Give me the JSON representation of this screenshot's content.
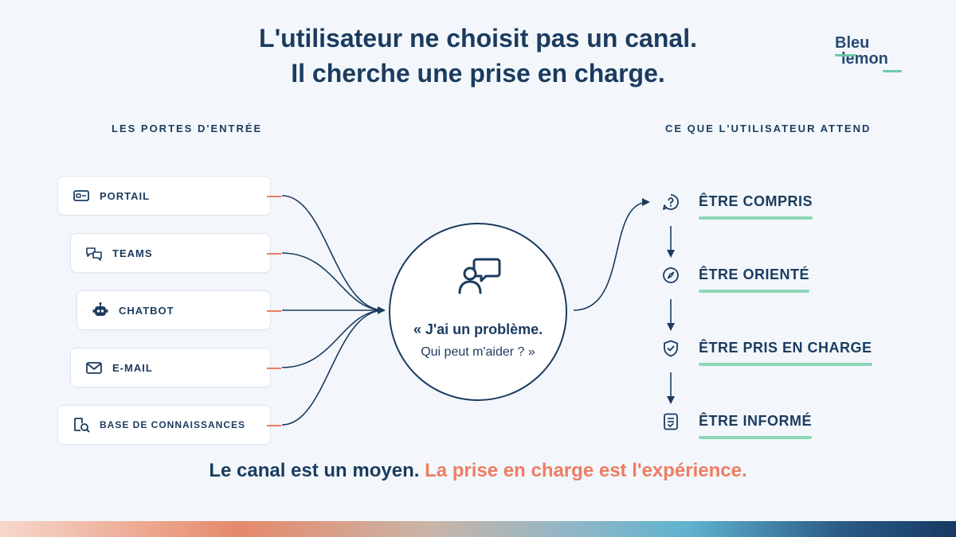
{
  "title": {
    "line1": "L'utilisateur ne choisit pas un canal.",
    "line2": "Il cherche une prise en charge."
  },
  "logo": {
    "line1": "Bleu",
    "line2": "lemon"
  },
  "left_section_label": "LES PORTES D'ENTRÉE",
  "right_section_label": "CE QUE L'UTILISATEUR ATTEND",
  "entries": [
    {
      "label": "PORTAIL",
      "icon": "portal-card-icon"
    },
    {
      "label": "TEAMS",
      "icon": "chat-bubbles-icon"
    },
    {
      "label": "CHATBOT",
      "icon": "robot-icon"
    },
    {
      "label": "E-MAIL",
      "icon": "envelope-icon"
    },
    {
      "label": "BASE DE CONNAISSANCES",
      "icon": "knowledge-search-icon"
    }
  ],
  "center": {
    "icon": "user-speech-icon",
    "quote_line1": "« J'ai un problème.",
    "quote_line2": "Qui peut m'aider ? »"
  },
  "expectations": [
    {
      "label": "ÊTRE COMPRIS",
      "icon": "question-bubble-icon"
    },
    {
      "label": "ÊTRE ORIENTÉ",
      "icon": "compass-icon"
    },
    {
      "label": "ÊTRE PRIS EN CHARGE",
      "icon": "shield-check-icon"
    },
    {
      "label": "ÊTRE INFORMÉ",
      "icon": "document-check-icon"
    }
  ],
  "footer": {
    "part1": "Le canal est un moyen.",
    "part2": "La prise en charge est l'expérience."
  },
  "colors": {
    "navy": "#1b3b5f",
    "coral": "#ee7c63",
    "mint": "#8ed6b8",
    "background": "#f3f7fb"
  }
}
